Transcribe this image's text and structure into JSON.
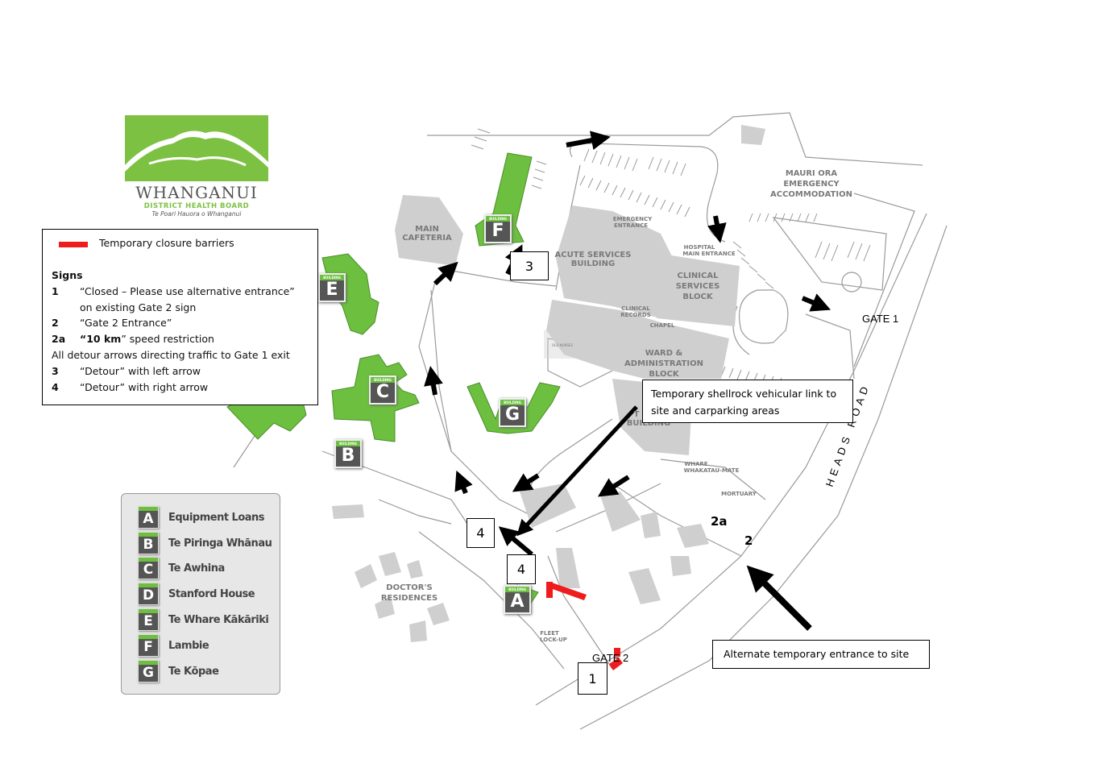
{
  "logo": {
    "name": "WHANGANUI",
    "subtitle": "DISTRICT HEALTH BOARD",
    "tagline": "Te Poari Hauora o Whanganui"
  },
  "legend": {
    "barrier_label": "Temporary closure barriers",
    "signs_heading": "Signs",
    "signs": [
      {
        "num": "1",
        "text": "“Closed – Please use alternative entrance”"
      },
      {
        "num": "",
        "text": "on existing Gate 2 sign"
      },
      {
        "num": "2",
        "text": "“Gate 2 Entrance”"
      },
      {
        "num": "2a",
        "text_bold": "“10 km",
        "text": "” speed restriction"
      },
      {
        "num": "3",
        "text": "“Detour” with left arrow"
      },
      {
        "num": "4",
        "text": "“Detour” with right arrow"
      }
    ],
    "detour_note": "All detour arrows directing traffic to Gate 1 exit",
    "barrier_color": "#ee1c1c"
  },
  "building_key": [
    {
      "letter": "A",
      "name": "Equipment Loans"
    },
    {
      "letter": "B",
      "name": "Te Piringa Whānau"
    },
    {
      "letter": "C",
      "name": "Te Awhina"
    },
    {
      "letter": "D",
      "name": "Stanford House"
    },
    {
      "letter": "E",
      "name": "Te Whare Kākāriki"
    },
    {
      "letter": "F",
      "name": "Lambie"
    },
    {
      "letter": "G",
      "name": "Te Kōpae"
    }
  ],
  "map_labels": {
    "main_cafeteria": [
      "MAIN",
      "CAFETERIA"
    ],
    "acute_services": [
      "ACUTE SERVICES",
      "BUILDING"
    ],
    "emergency_entrance": [
      "EMERGENCY",
      "ENTRANCE"
    ],
    "hospital_main_entrance": [
      "HOSPITAL",
      "MAIN ENTRANCE"
    ],
    "clinical_services": [
      "CLINICAL",
      "SERVICES",
      "BLOCK"
    ],
    "clinical_records": [
      "CLINICAL",
      "RECORDS"
    ],
    "chapel": "CHAPEL",
    "ward_admin": [
      "WARD &",
      "ADMINISTRATION",
      "BLOCK"
    ],
    "mauri_ora": [
      "MAURI ORA",
      "EMERGENCY",
      "ACCOMMODATION"
    ],
    "whare_whakatau": [
      "WHARE",
      "WHAKATAU-MATE"
    ],
    "mortuary": "MORTUARY",
    "doctors_residences": [
      "DOCTOR'S",
      "RESIDENCES"
    ],
    "fleet_lockup": [
      "FLEET",
      "LOCK-UP"
    ],
    "old_nurses": "OLD NURSES",
    "building_partial": [
      "T",
      "BUILDING"
    ],
    "gate1": "GATE 1",
    "gate2": "GATE 2",
    "heads_road": "HEADS ROAD",
    "sign_2a": "2a",
    "sign_2": "2"
  },
  "map_badges": [
    "A",
    "B",
    "C",
    "E",
    "F",
    "G"
  ],
  "sign_boxes": {
    "s3": "3",
    "s4a": "4",
    "s4b": "4",
    "s1": "1"
  },
  "callouts": {
    "shellrock": "Temporary shellrock vehicular link to site and carparking areas",
    "alternate": "Alternate temporary entrance to site"
  }
}
